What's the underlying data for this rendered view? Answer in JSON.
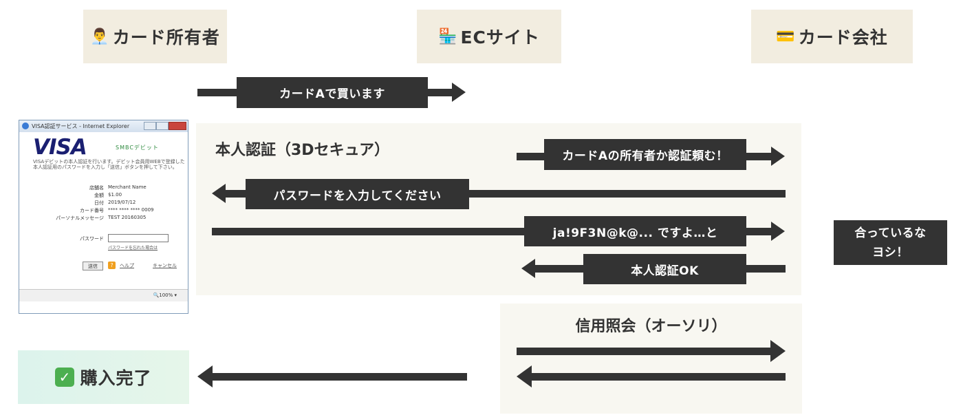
{
  "actors": {
    "cardholder": {
      "icon": "👨‍💼",
      "label": "カード所有者"
    },
    "ec_site": {
      "icon": "🏪",
      "label": "ECサイト"
    },
    "card_company": {
      "icon": "💳",
      "label": "カード会社"
    }
  },
  "messages": {
    "buy": "カードAで買います",
    "auth_request": "カードAの所有者か認証頼む！",
    "enter_password": "パスワードを入力してください",
    "password_sent": "ja!9F3N@k@... ですよ…と",
    "auth_ok": "本人認証OK",
    "verified_line1": "合っているな",
    "verified_line2": "ヨシ！"
  },
  "panels": {
    "three_d_secure": "本人認証（3Dセキュア）",
    "authorization": "信用照会（オーソリ）"
  },
  "result": {
    "label": "購入完了"
  },
  "dialog": {
    "window_title": "VISA認証サービス - Internet Explorer",
    "brand": "VISA",
    "issuer": "SMBCデビット",
    "intro": "VISAデビットの本人認証を行います。デビット会員用WEBで登録した本人認証用のパスワードを入力し「送信」ボタンを押して下さい。",
    "fields": [
      {
        "key": "店舗名",
        "value": "Merchant Name"
      },
      {
        "key": "金額",
        "value": "$1.00"
      },
      {
        "key": "日付",
        "value": "2019/07/12"
      },
      {
        "key": "カード番号",
        "value": "**** **** **** 0009"
      },
      {
        "key": "パーソナルメッセージ",
        "value": "TEST 20160305"
      }
    ],
    "password_label": "パスワード",
    "forgot_link": "パスワードを忘れた場合は",
    "send_button": "送信",
    "help_link": "ヘルプ",
    "cancel_link": "キャンセル",
    "zoom": "🔍100%  ▾"
  }
}
